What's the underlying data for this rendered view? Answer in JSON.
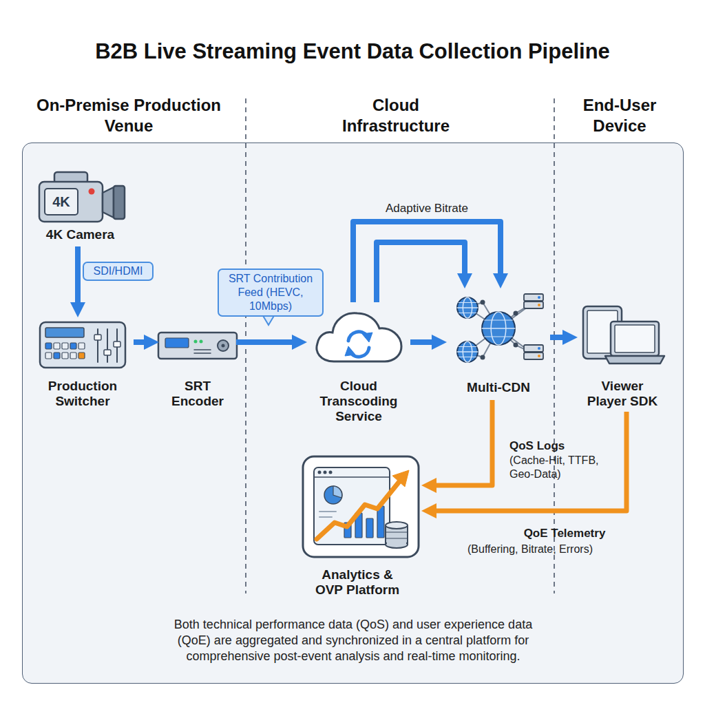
{
  "diagram": {
    "title": "B2B Live Streaming Event Data Collection Pipeline",
    "nodes": [
      {
        "text": [
          "Both technical performance data (QoS) and user experience data (QoE) are aggregated and synchronized in a central platform for comprehensive post-event analysis and real-time monitoring."
        ]
      },
      {
        "text": [
          "4K",
          "4K Camera"
        ],
        "in": 0
      },
      {
        "text": [
          "Production Switcher"
        ],
        "in": 0
      },
      {
        "text": [
          "SRT Encoder"
        ],
        "in": 0
      },
      {
        "text": [
          "Cloud Transcoding Service"
        ],
        "in": 0
      },
      {
        "text": [
          "Multi-CDN"
        ],
        "in": 0
      },
      {
        "text": [
          "Viewer Player SDK"
        ],
        "in": 0
      },
      {
        "text": [
          "Analytics & OVP Platform"
        ],
        "in": 0
      }
    ],
    "edges": [
      {
        "from": 1,
        "to": 2,
        "label": "SDI/HDMI",
        "arrow": "to"
      },
      {
        "from": 2,
        "to": 3,
        "arrow": "to"
      },
      {
        "from": 3,
        "to": 4,
        "label": "SRT Contribution Feed (HEVC, 10Mbps)",
        "arrow": "to"
      },
      {
        "from": 4,
        "to": 5,
        "label": "Adaptive Bitrate",
        "arrow": "to"
      },
      {
        "from": 4,
        "to": 5,
        "arrow": "to"
      },
      {
        "from": 4,
        "to": 5,
        "arrow": "to"
      },
      {
        "from": 5,
        "to": 6,
        "arrow": "to"
      },
      {
        "from": 5,
        "to": 7,
        "label": "QoS Logs",
        "arrow": "to"
      },
      {
        "from": 6,
        "to": 7,
        "label": "QoE Telemetry",
        "arrow": "to"
      }
    ],
    "labels": [
      "On-Premise Production Venue",
      "Cloud Infrastructure",
      "End-User Device",
      "(Cache-Hit, TTFB, Geo-Data)",
      "(Buffering, Bitrate, Errors)"
    ]
  }
}
